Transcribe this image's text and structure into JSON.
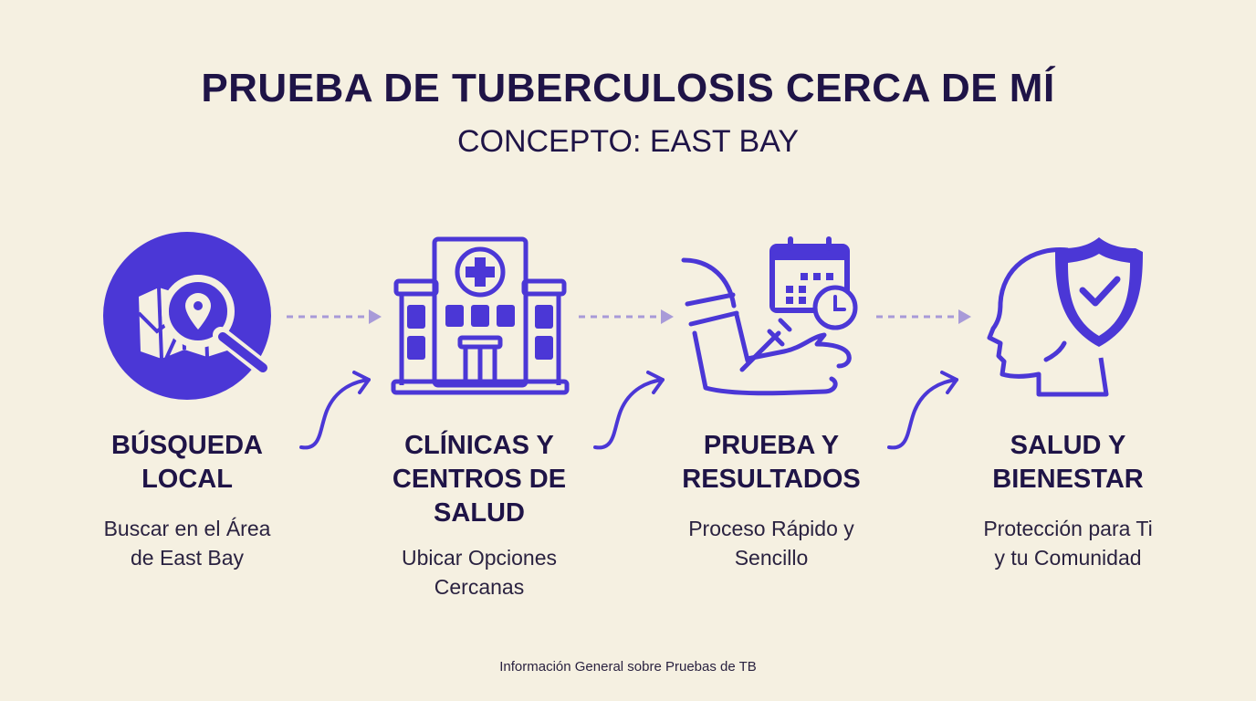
{
  "header": {
    "title": "PRUEBA DE TUBERCULOSIS CERCA DE MÍ",
    "subtitle": "CONCEPTO: EAST BAY"
  },
  "colors": {
    "background": "#f5f0e1",
    "accent": "#4b37d6",
    "text": "#1f1447",
    "connector": "#a89ad8"
  },
  "steps": [
    {
      "icon": "map-search-icon",
      "title_line1": "BÚSQUEDA",
      "title_line2": "LOCAL",
      "desc_line1": "Buscar en el Área",
      "desc_line2": "de East Bay"
    },
    {
      "icon": "hospital-icon",
      "title_line1": "CLÍNICAS Y",
      "title_line2": "CENTROS DE",
      "title_line3": "SALUD",
      "desc_line1": "Ubicar Opciones",
      "desc_line2": "Cercanas"
    },
    {
      "icon": "arm-injection-calendar-icon",
      "title_line1": "PRUEBA Y",
      "title_line2": "RESULTADOS",
      "desc_line1": "Proceso Rápido y",
      "desc_line2": "Sencillo"
    },
    {
      "icon": "head-shield-check-icon",
      "title_line1": "SALUD Y",
      "title_line2": "BIENESTAR",
      "desc_line1": "Protección para Ti",
      "desc_line2": "y tu Comunidad"
    }
  ],
  "footer": {
    "text": "Información General sobre Pruebas de TB"
  }
}
